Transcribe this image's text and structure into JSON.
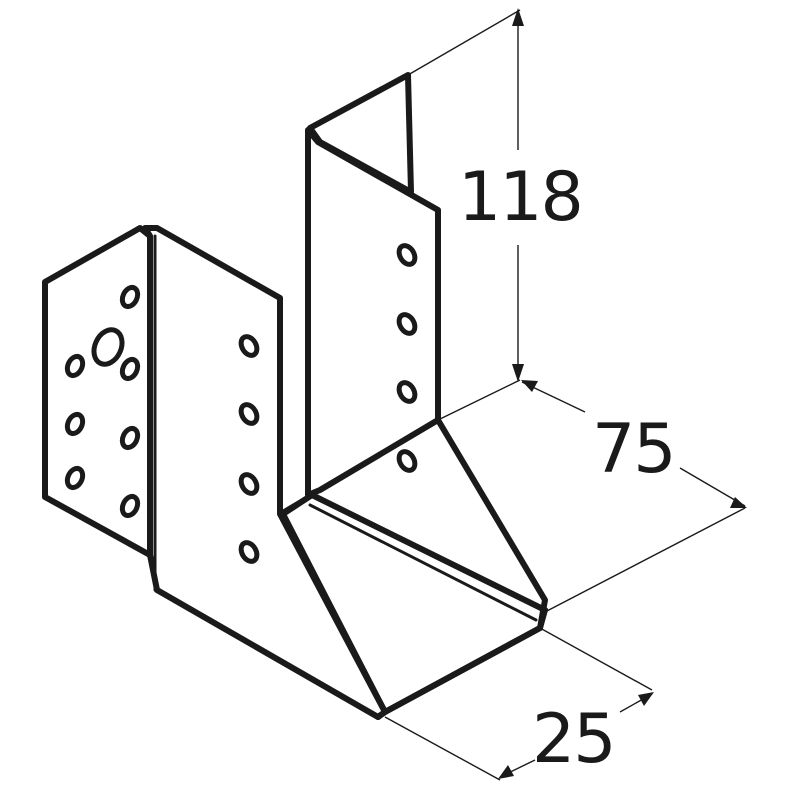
{
  "diagram": {
    "dimensions": {
      "height": "118",
      "depth": "75",
      "width": "25"
    },
    "colors": {
      "stroke": "#1a1a1a",
      "background": "#ffffff"
    }
  }
}
